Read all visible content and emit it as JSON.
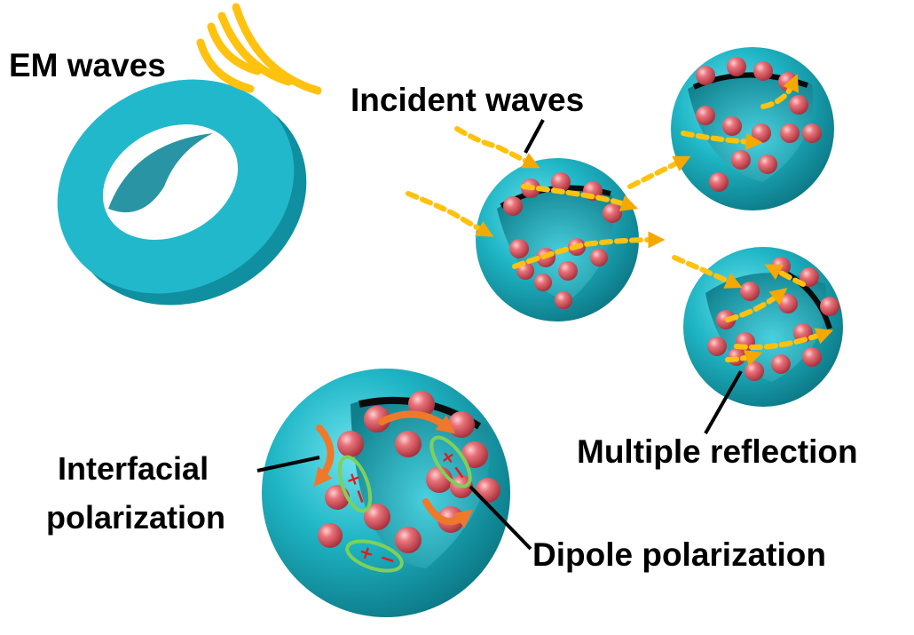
{
  "labels": {
    "em_waves": "EM waves",
    "incident_waves": "Incident waves",
    "multiple_reflection": "Multiple reflection",
    "interfacial_line1": "Interfacial",
    "interfacial_line2": "polarization",
    "dipole_polarization": "Dipole polarization"
  },
  "colors": {
    "shell": "#18b4c4",
    "particle": "#e0606a",
    "wave": "#ffc20e",
    "arrow_orange": "#f0782a",
    "dipole_ring": "#7fd05a",
    "charge": "#e01b1b"
  }
}
